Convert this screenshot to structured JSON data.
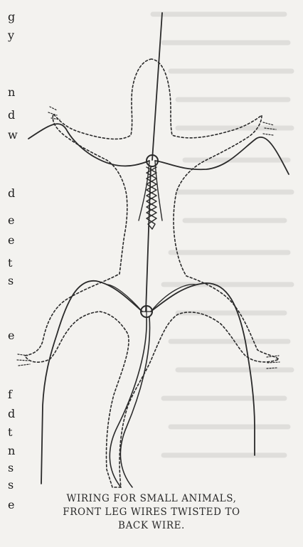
{
  "margin_text_fragments": [
    "g",
    "y",
    "n",
    "d",
    "w",
    "d",
    "e",
    "e",
    "t",
    "s",
    "e",
    "f",
    "d",
    "t",
    "n",
    "s",
    "s",
    "e"
  ],
  "caption": {
    "line1": "WIRING FOR SMALL ANIMALS,",
    "line2": "FRONT LEG WIRES TWISTED TO",
    "line3": "BACK WIRE."
  },
  "colors": {
    "paper": "#f3f2ef",
    "ink": "#2b2b2b"
  }
}
